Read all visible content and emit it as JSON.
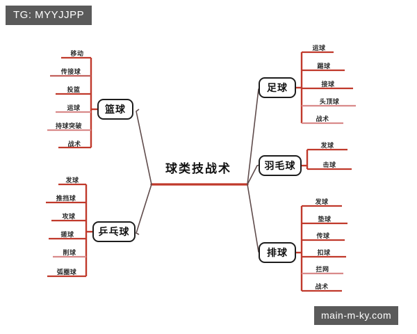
{
  "watermarks": {
    "top_left": "TG: MYYJJPP",
    "bottom_right": "main-m-ky.com"
  },
  "colors": {
    "branch_red": "#c0392b",
    "branch_pink": "#d98a8a",
    "connector_gray": "#5f4b4b",
    "node_border": "#1d1d1d",
    "text": "#111111",
    "watermark_bg": "#5a5a5a"
  },
  "mindmap": {
    "type": "mind-map",
    "root": "球类技战术",
    "branches": [
      {
        "id": "basketball",
        "label": "篮球",
        "side": "left",
        "children": [
          "移动",
          "传接球",
          "投篮",
          "运球",
          "持球突破",
          "战术"
        ]
      },
      {
        "id": "table-tennis",
        "label": "乒乓球",
        "side": "left",
        "children": [
          "发球",
          "推挡球",
          "攻球",
          "搓球",
          "削球",
          "弧圈球"
        ]
      },
      {
        "id": "soccer",
        "label": "足球",
        "side": "right",
        "children": [
          "运球",
          "踢球",
          "接球",
          "头顶球",
          "战术"
        ]
      },
      {
        "id": "badminton",
        "label": "羽毛球",
        "side": "right",
        "children": [
          "发球",
          "击球"
        ]
      },
      {
        "id": "volleyball",
        "label": "排球",
        "side": "right",
        "children": [
          "发球",
          "垫球",
          "传球",
          "扣球",
          "拦网",
          "战术"
        ]
      }
    ]
  }
}
